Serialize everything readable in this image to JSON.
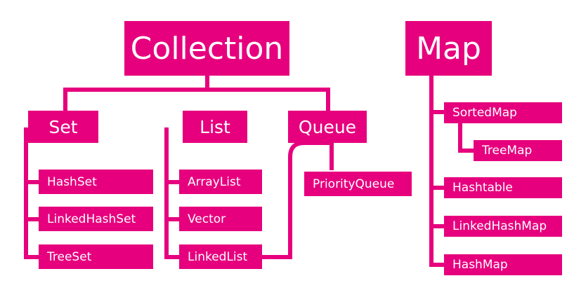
{
  "colors": {
    "accent": "#e6007e",
    "background": "#ffffff",
    "text": "#ffffff"
  },
  "collection": {
    "label": "Collection",
    "children": {
      "set": {
        "label": "Set",
        "children": [
          "HashSet",
          "LinkedHashSet",
          "TreeSet"
        ]
      },
      "list": {
        "label": "List",
        "children": [
          "ArrayList",
          "Vector",
          "LinkedList"
        ]
      },
      "queue": {
        "label": "Queue",
        "children": [
          "PriorityQueue"
        ]
      }
    }
  },
  "map": {
    "label": "Map",
    "children": [
      "SortedMap",
      "TreeMap",
      "Hashtable",
      "LinkedHashMap",
      "HashMap"
    ]
  }
}
